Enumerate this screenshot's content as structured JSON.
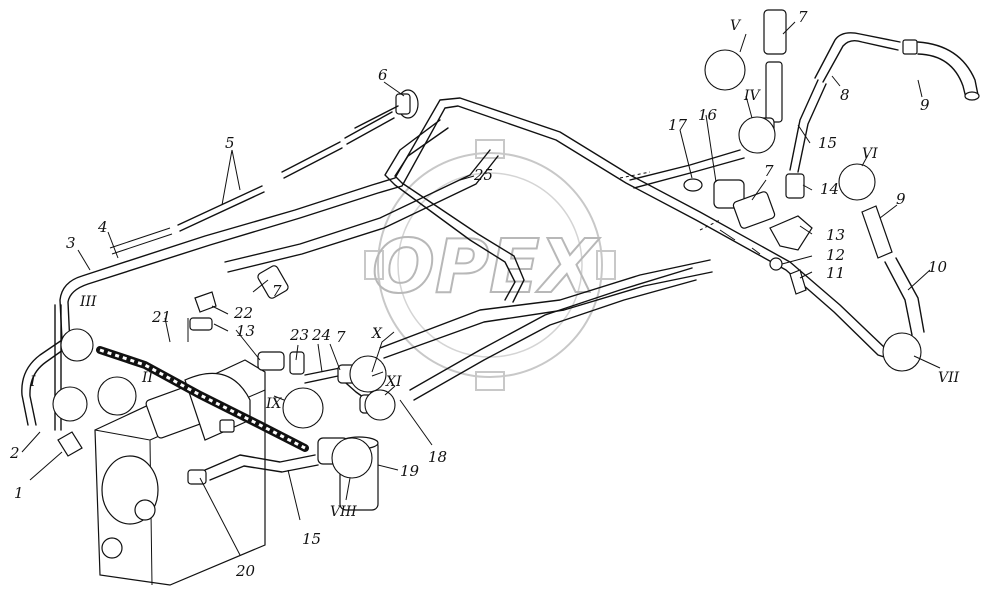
{
  "watermark": "OPEX",
  "callouts": {
    "numbers": [
      "1",
      "2",
      "3",
      "4",
      "5",
      "6",
      "7",
      "7",
      "7",
      "7",
      "8",
      "9",
      "9",
      "10",
      "11",
      "12",
      "13",
      "13",
      "14",
      "15",
      "15",
      "16",
      "17",
      "18",
      "19",
      "20",
      "21",
      "22",
      "23",
      "24",
      "25"
    ],
    "roman": [
      "I",
      "II",
      "III",
      "IV",
      "V",
      "VI",
      "VII",
      "VIII",
      "IX",
      "X",
      "XI"
    ]
  }
}
